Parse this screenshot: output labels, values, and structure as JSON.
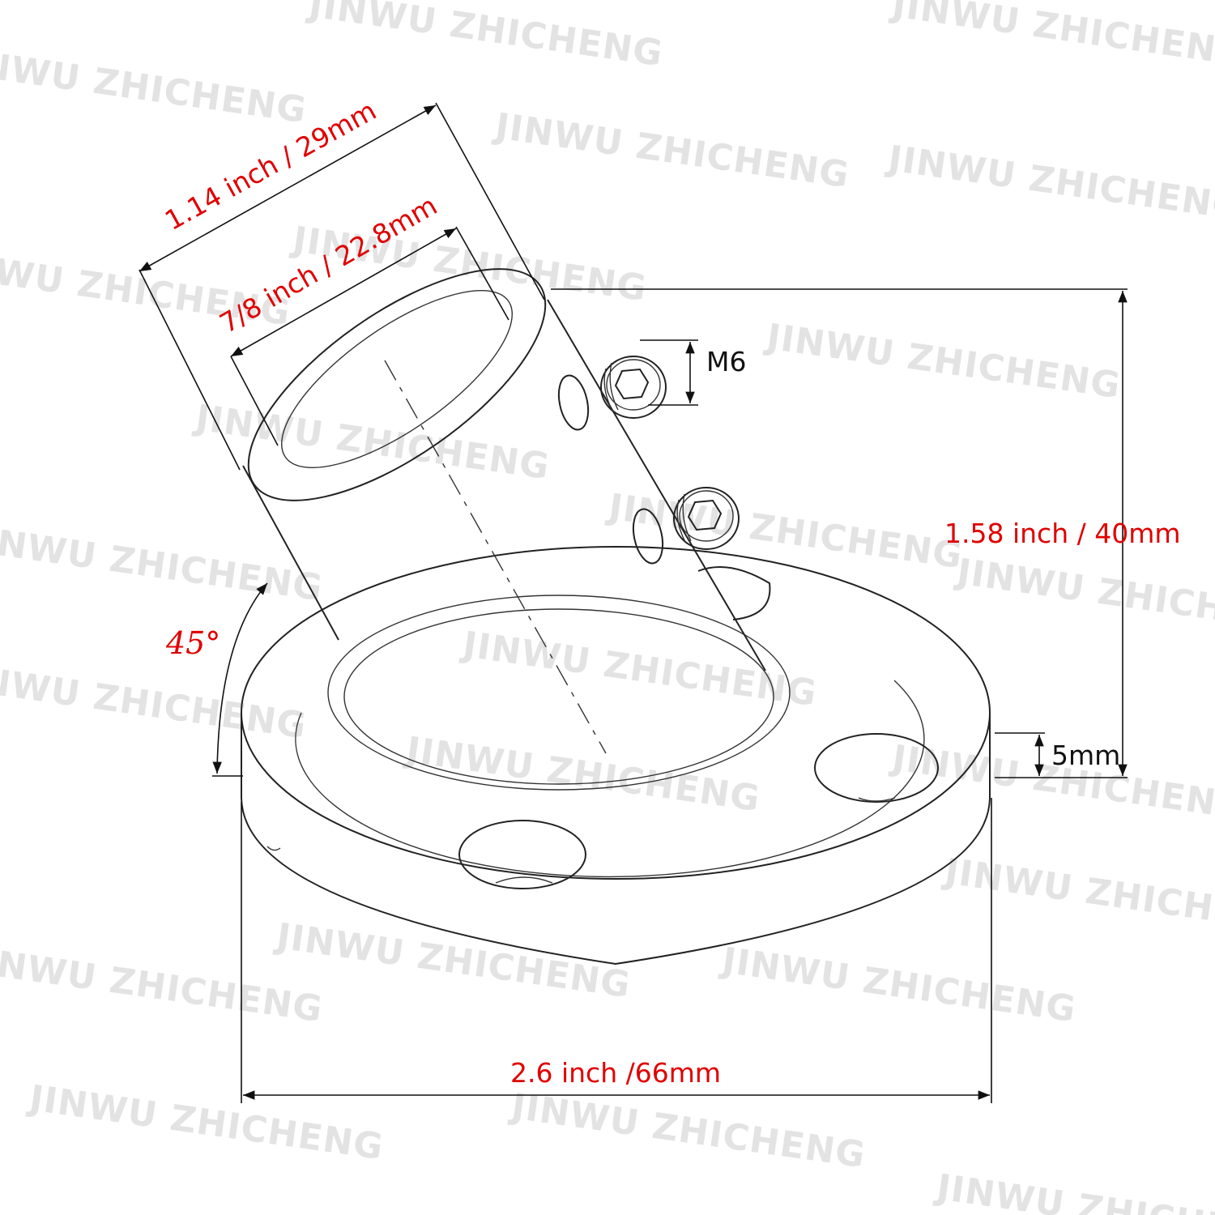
{
  "watermark": "JINWU ZHICHENG",
  "colors": {
    "dimension_text": "#e00000",
    "annotation_text": "#111111",
    "lines": "#222222",
    "watermark": "#e3e3e3"
  },
  "labels": {
    "outer_diameter": "1.14 inch / 29mm",
    "inner_diameter": "7/8 inch / 22.8mm",
    "screw": "M6",
    "height": "1.58 inch / 40mm",
    "angle": "45°",
    "base_thickness": "5mm",
    "base_diameter": "2.6 inch /66mm"
  }
}
